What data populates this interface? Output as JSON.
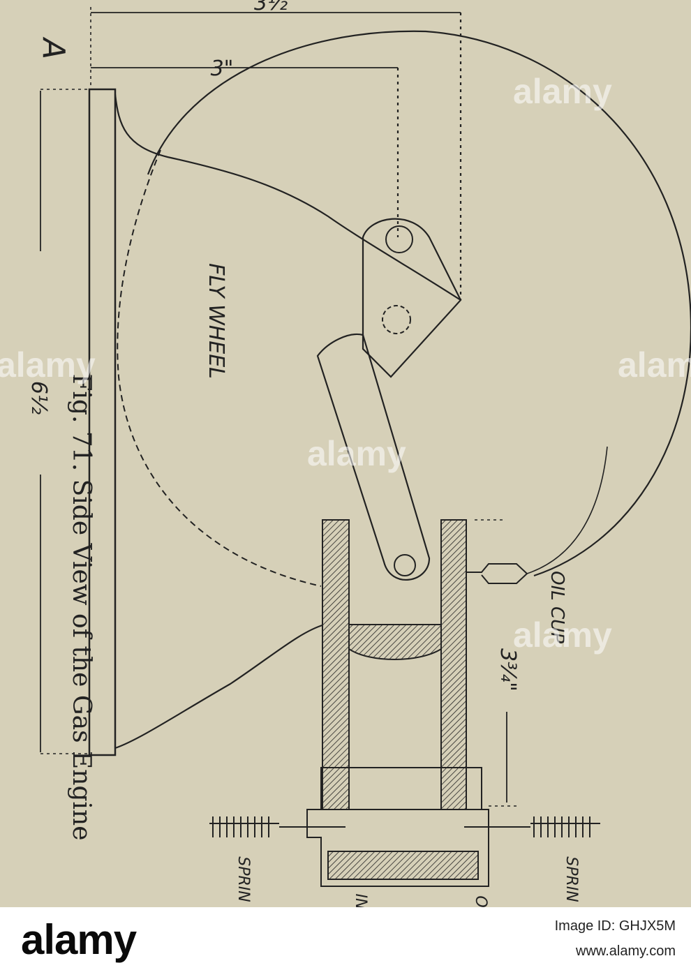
{
  "diagram": {
    "caption": "Fig. 71. Side View of the Gas Engine",
    "labels": {
      "section_mark": "A",
      "dim_top_outer": "3½\"",
      "dim_top_inner": "3\"",
      "dim_base_length": "6½",
      "dim_cylinder": "3¾\"",
      "fly_wheel": "FLY WHEEL",
      "oil_cup": "OIL CUP",
      "spring_left": "SPRIN",
      "spring_right": "SPRIN",
      "valve_left": "IN",
      "valve_right": "O"
    },
    "colors": {
      "paper": "#d6d0b8",
      "ink": "#222222"
    }
  },
  "watermark": {
    "text": "alamy"
  },
  "footer": {
    "brand": "alamy",
    "image_id": "Image ID: GHJX5M",
    "site": "www.alamy.com"
  }
}
